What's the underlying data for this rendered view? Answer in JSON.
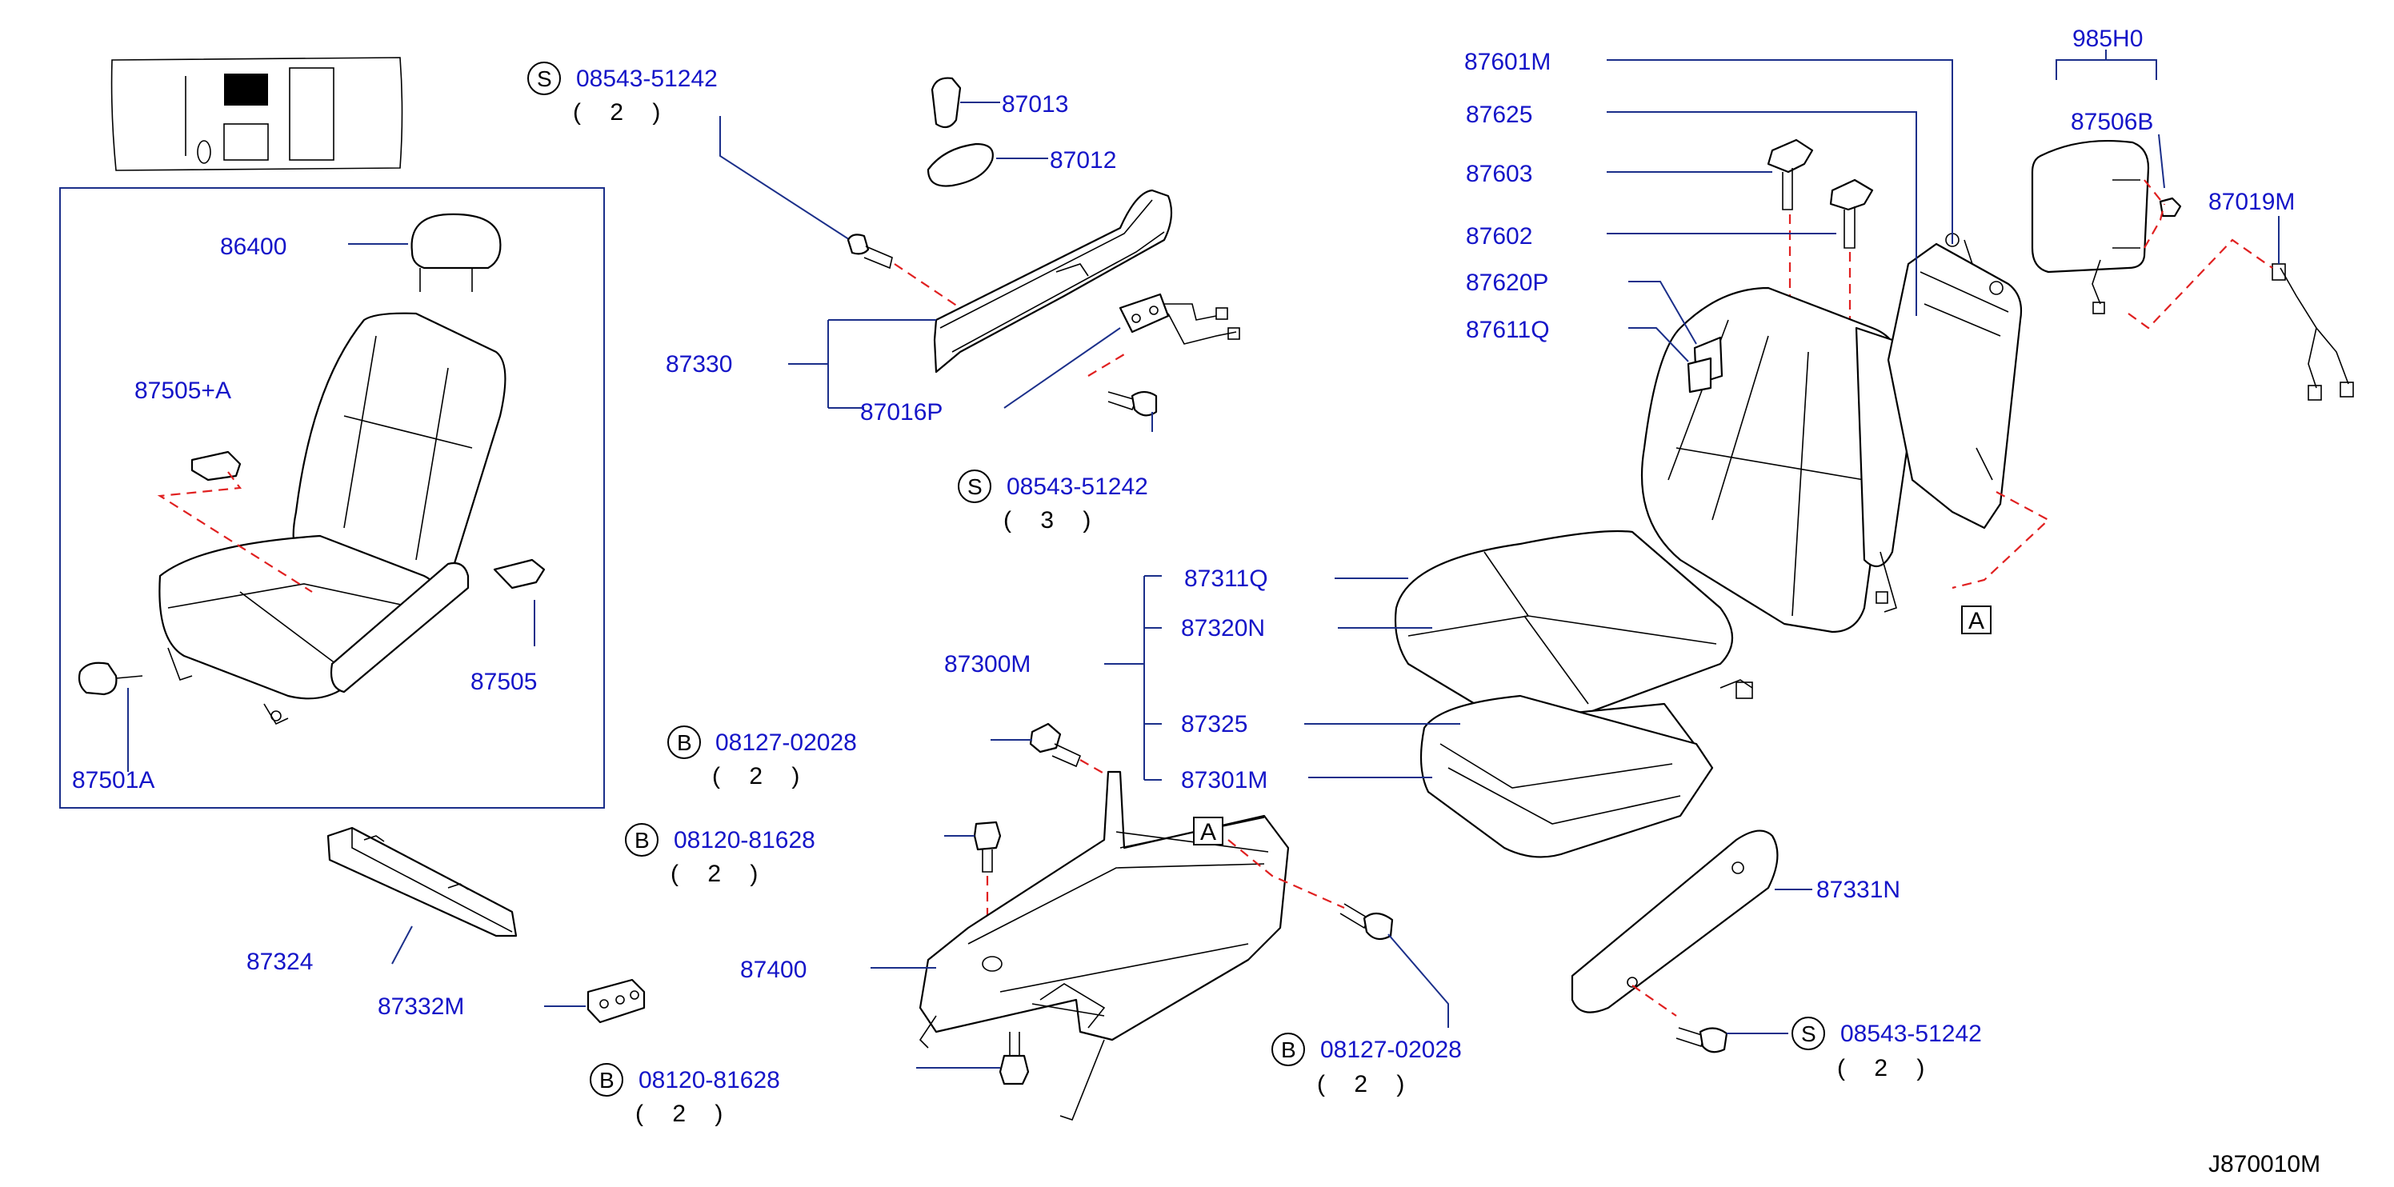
{
  "colors": {
    "part_number": "#1515c8",
    "leader": "#1b2f8a",
    "dashed": "#e02020",
    "outline": "#000000"
  },
  "labels": {
    "p86400": "86400",
    "p87505A": "87505+A",
    "p87505": "87505",
    "p87501A": "87501A",
    "p87324": "87324",
    "p87332M": "87332M",
    "s1_code": "08543-51242",
    "s1_qty": "( 2 )",
    "p87013": "87013",
    "p87012": "87012",
    "p87330": "87330",
    "p87016P": "87016P",
    "s2_code": "08543-51242",
    "s2_qty": "( 3 )",
    "p87311Q": "87311Q",
    "p87320N": "87320N",
    "p87300M": "87300M",
    "p87325": "87325",
    "p87301M": "87301M",
    "b1_code": "08127-02028",
    "b1_qty": "( 2 )",
    "b2_code": "08120-81628",
    "b2_qty": "( 2 )",
    "p87400": "87400",
    "b3_code": "08120-81628",
    "b3_qty": "( 2 )",
    "b4_code": "08127-02028",
    "b4_qty": "( 2 )",
    "p87331N": "87331N",
    "s3_code": "08543-51242",
    "s3_qty": "( 2 )",
    "p87601M": "87601M",
    "p87625": "87625",
    "p87603": "87603",
    "p87602": "87602",
    "p87620P": "87620P",
    "p87611Q": "87611Q",
    "p985H0": "985H0",
    "p87506B": "87506B",
    "p87019M": "87019M",
    "ref_a1": "A",
    "ref_a2": "A",
    "sym_s": "S",
    "sym_b": "B",
    "diagram_id": "J870010M"
  }
}
